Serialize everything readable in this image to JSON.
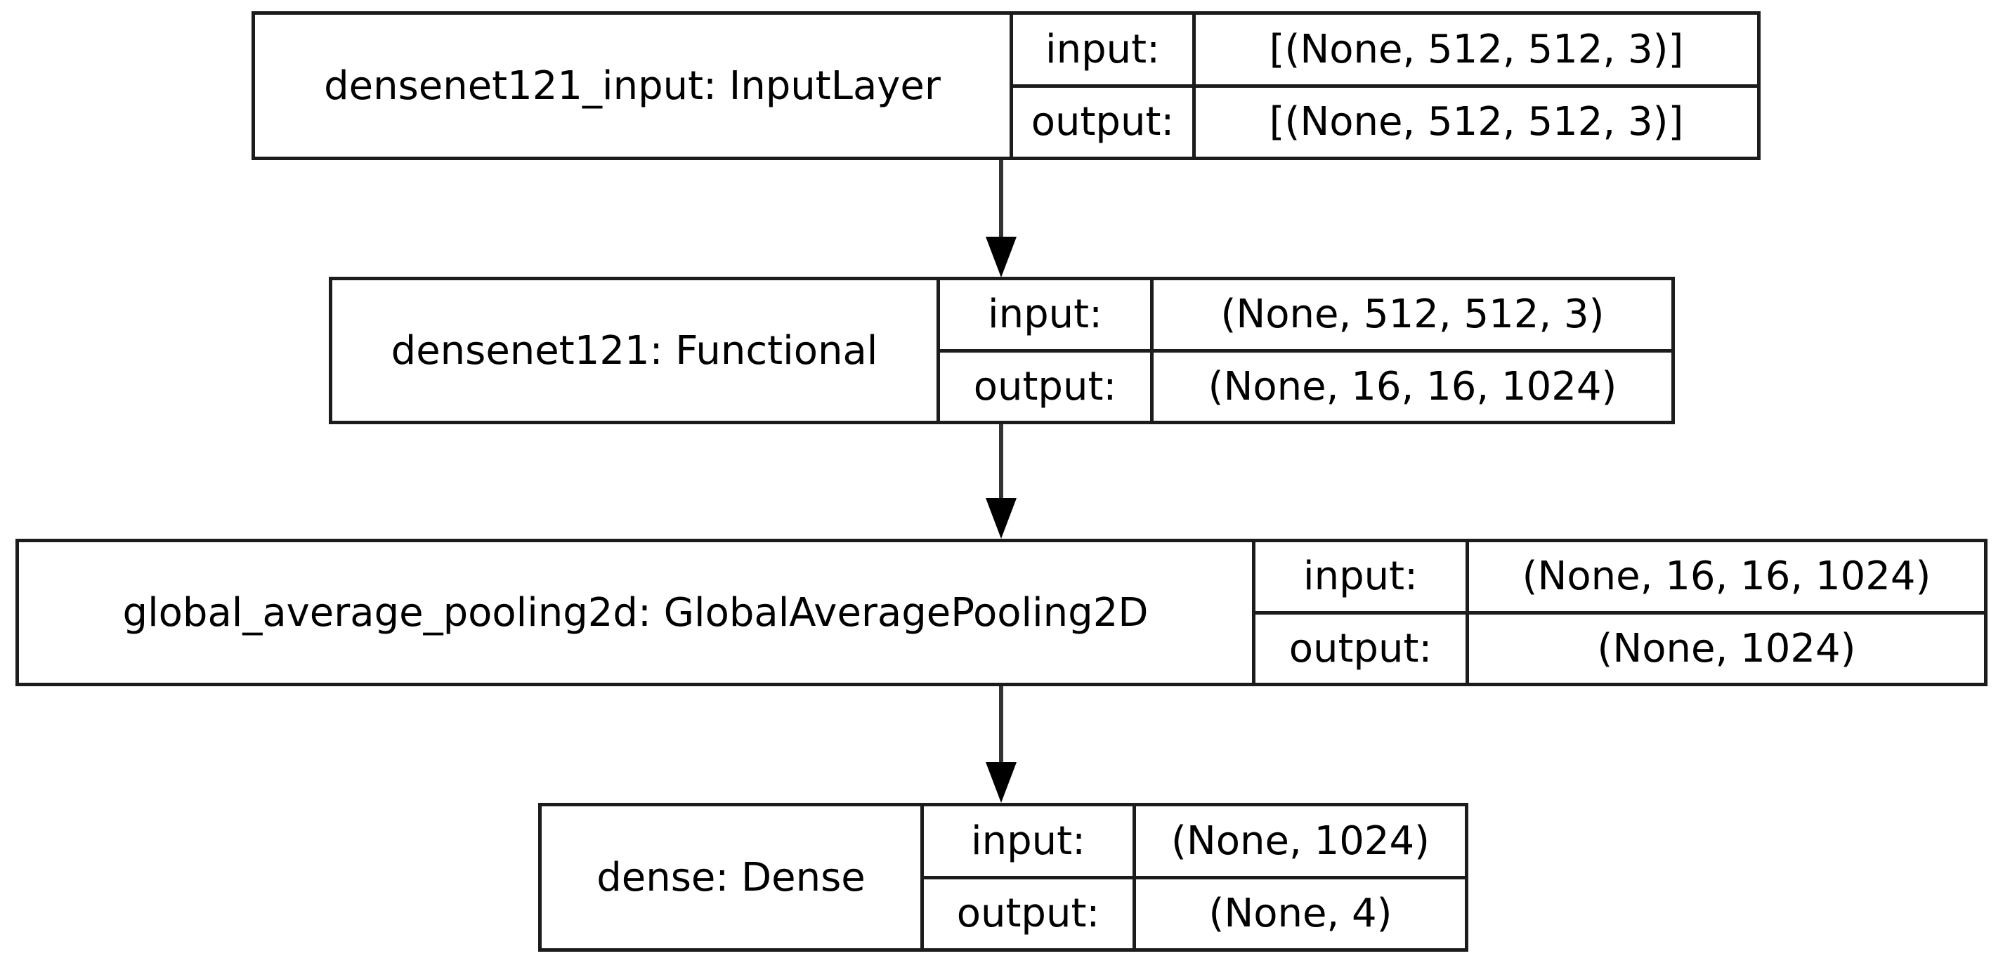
{
  "diagram": {
    "type": "keras-model-plot",
    "colors": {
      "background": "#ffffff",
      "border": "#1c1c1c",
      "edge_line": "#333333",
      "arrowhead": "#000000",
      "text": "#000000"
    },
    "nodes": [
      {
        "name": "densenet121_input: InputLayer",
        "rows": [
          {
            "label": "input:",
            "value": "[(None, 512, 512, 3)]"
          },
          {
            "label": "output:",
            "value": "[(None, 512, 512, 3)]"
          }
        ]
      },
      {
        "name": "densenet121: Functional",
        "rows": [
          {
            "label": "input:",
            "value": "(None, 512, 512, 3)"
          },
          {
            "label": "output:",
            "value": "(None, 16, 16, 1024)"
          }
        ]
      },
      {
        "name": "global_average_pooling2d: GlobalAveragePooling2D",
        "rows": [
          {
            "label": "input:",
            "value": "(None, 16, 16, 1024)"
          },
          {
            "label": "output:",
            "value": "(None, 1024)"
          }
        ]
      },
      {
        "name": "dense: Dense",
        "rows": [
          {
            "label": "input:",
            "value": "(None, 1024)"
          },
          {
            "label": "output:",
            "value": "(None, 4)"
          }
        ]
      }
    ]
  }
}
